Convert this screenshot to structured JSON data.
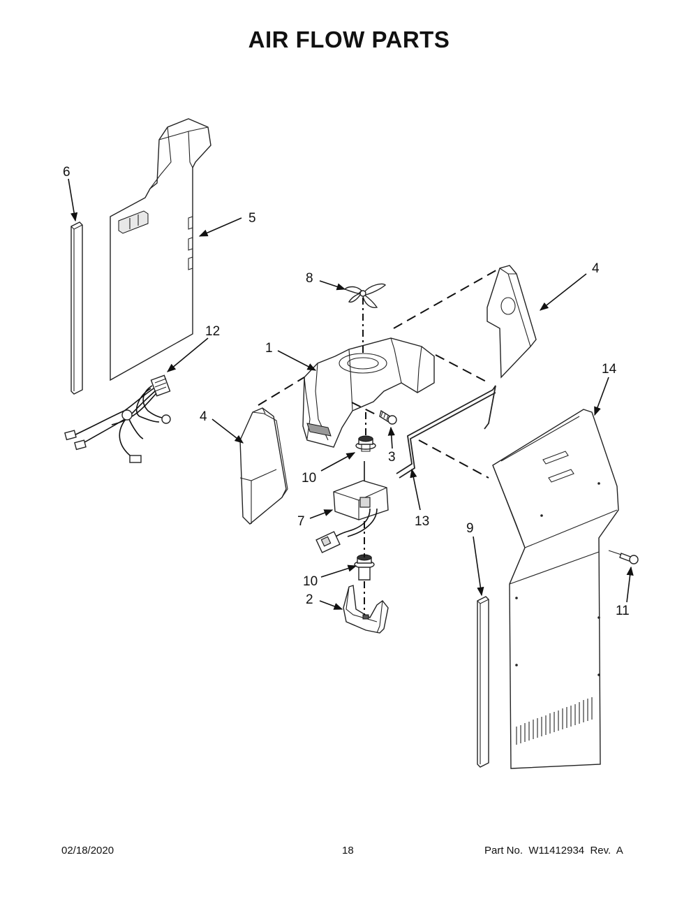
{
  "title": "AIR FLOW PARTS",
  "callouts": [
    {
      "id": "c6",
      "label": "6"
    },
    {
      "id": "c5",
      "label": "5"
    },
    {
      "id": "c12",
      "label": "12"
    },
    {
      "id": "c8",
      "label": "8"
    },
    {
      "id": "c4a",
      "label": "4"
    },
    {
      "id": "c1",
      "label": "1"
    },
    {
      "id": "c4b",
      "label": "4"
    },
    {
      "id": "c3",
      "label": "3"
    },
    {
      "id": "c10a",
      "label": "10"
    },
    {
      "id": "c7",
      "label": "7"
    },
    {
      "id": "c13",
      "label": "13"
    },
    {
      "id": "c10b",
      "label": "10"
    },
    {
      "id": "c2",
      "label": "2"
    },
    {
      "id": "c14",
      "label": "14"
    },
    {
      "id": "c9",
      "label": "9"
    },
    {
      "id": "c11",
      "label": "11"
    }
  ],
  "footer": {
    "date": "02/18/2020",
    "page": "18",
    "part_no": "Part No.  W11412934  Rev.  A"
  }
}
